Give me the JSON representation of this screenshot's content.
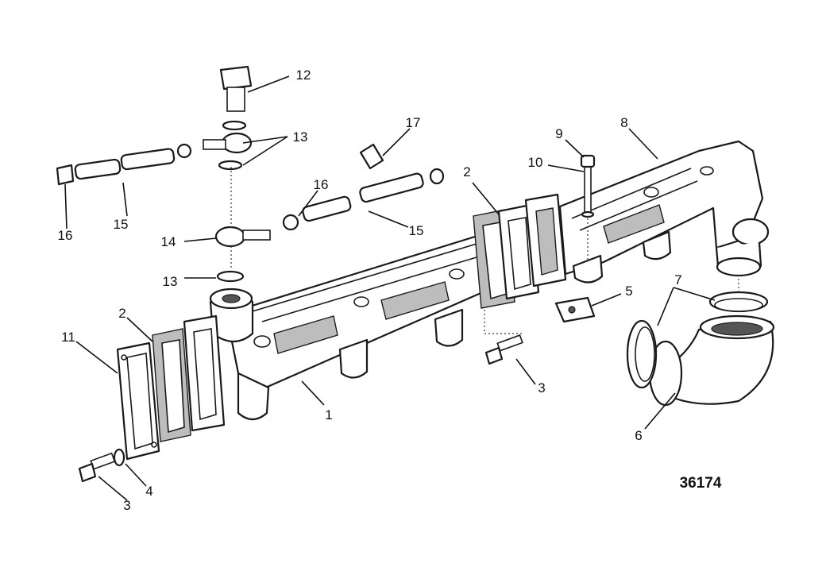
{
  "diagram": {
    "figure_number": "36174",
    "callouts": [
      "1",
      "2",
      "2",
      "3",
      "3",
      "4",
      "5",
      "6",
      "7",
      "8",
      "9",
      "10",
      "11",
      "12",
      "13",
      "13",
      "14",
      "15",
      "15",
      "16",
      "16",
      "17"
    ]
  }
}
